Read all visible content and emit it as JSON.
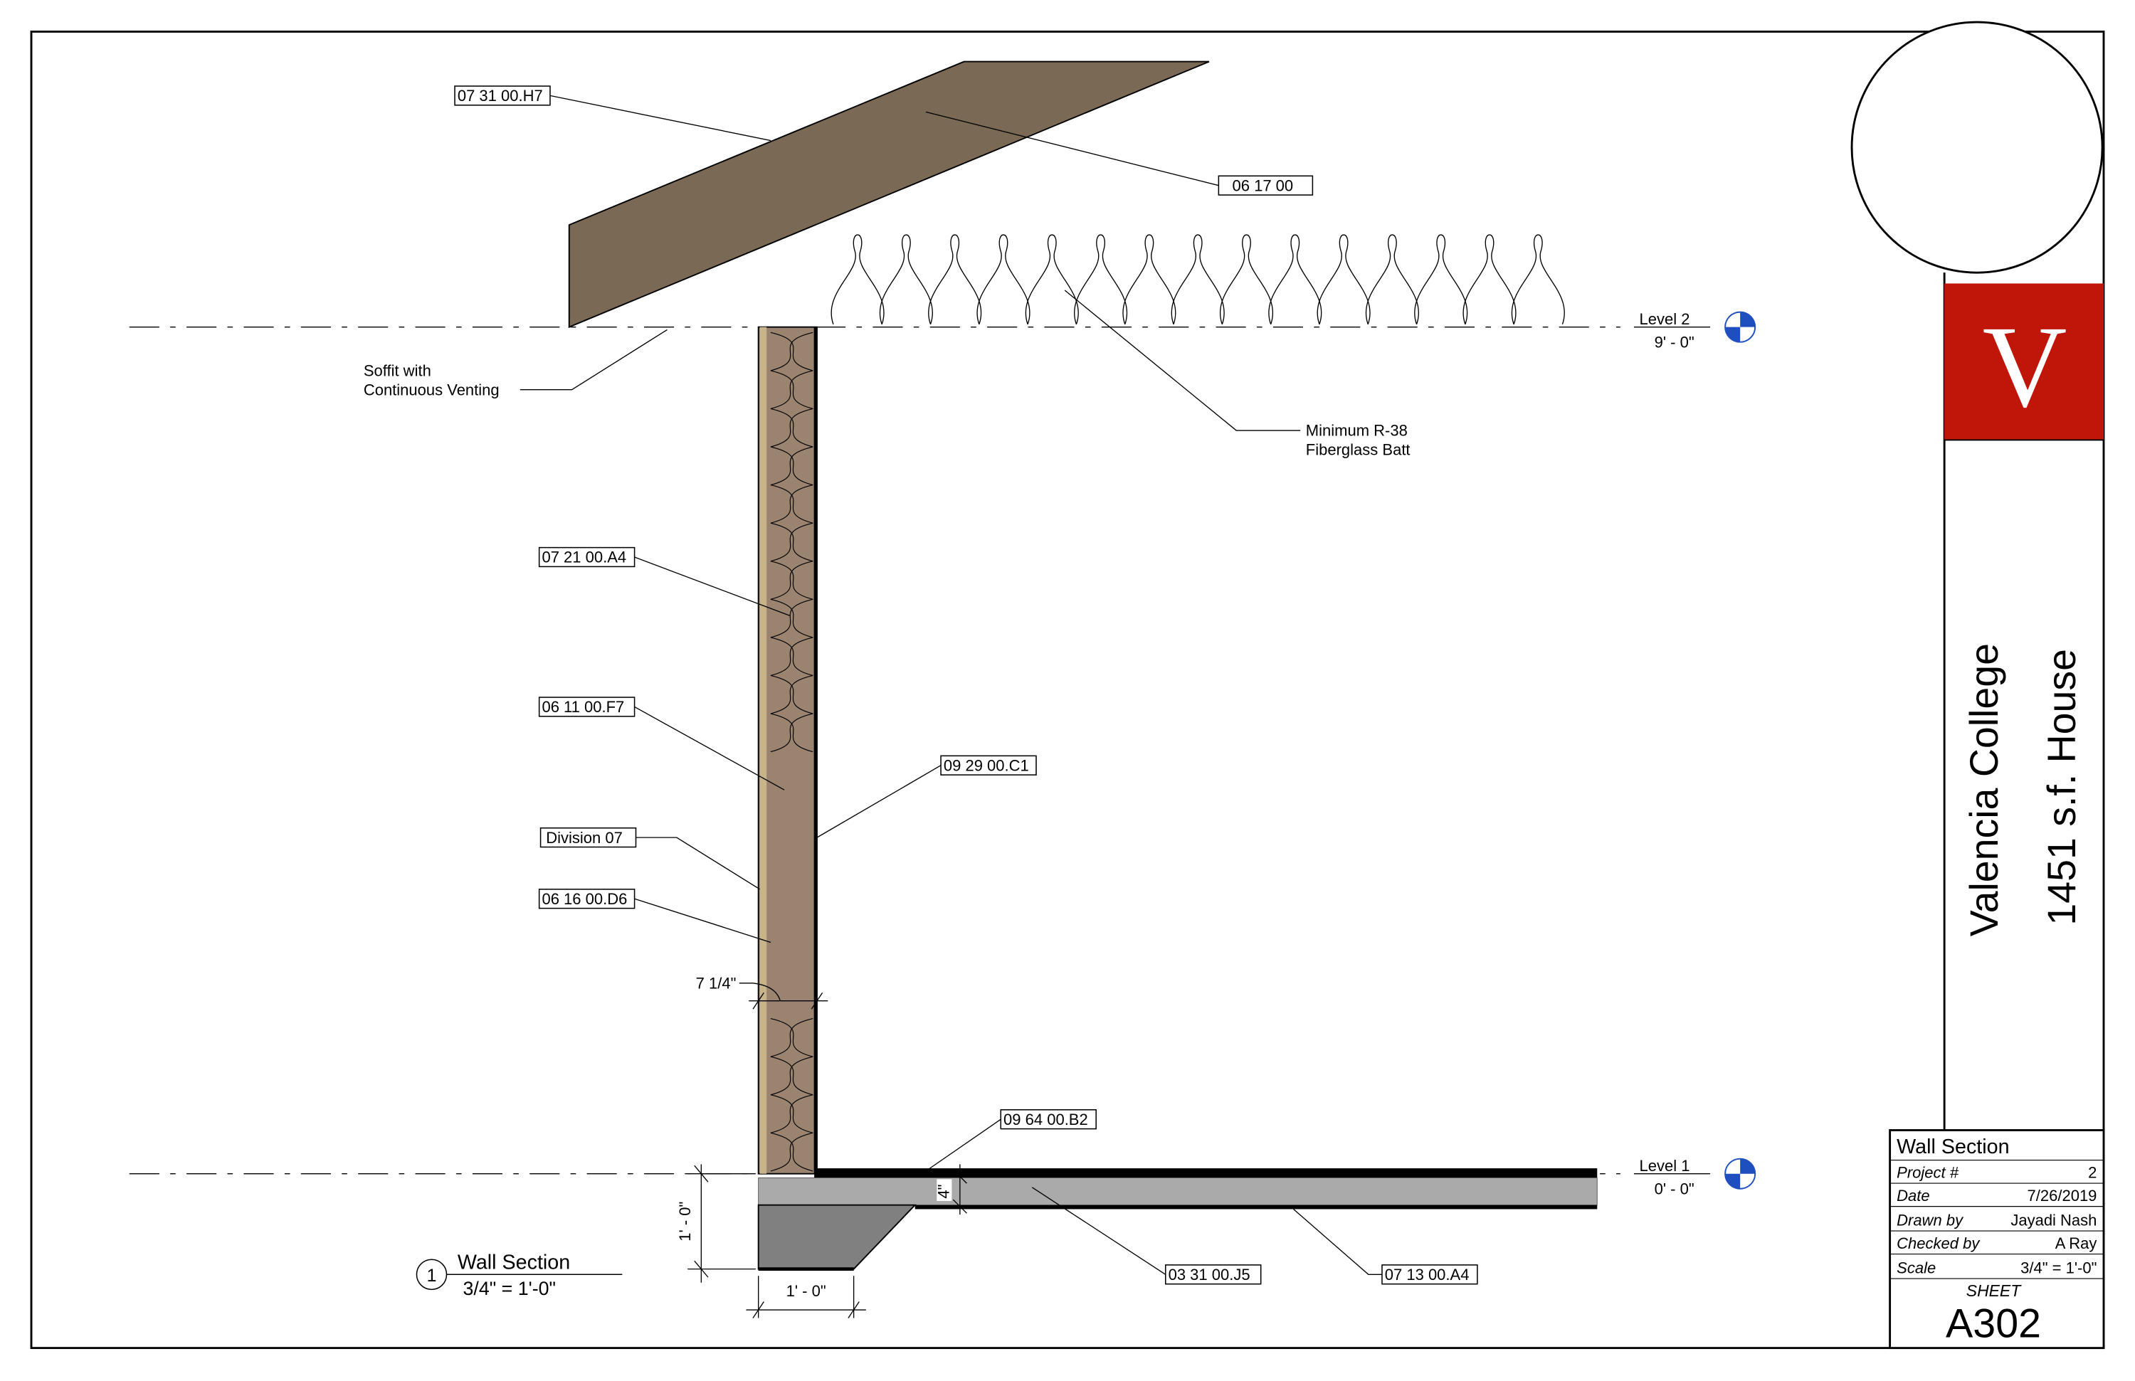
{
  "sheet": {
    "school": "Valencia College",
    "project": "1451 s.f. House",
    "logo_letter": "V",
    "brand_color": "#c0160a"
  },
  "title_block": {
    "view_name": "Wall Section",
    "rows": [
      {
        "label": "Project #",
        "value": "2"
      },
      {
        "label": "Date",
        "value": "7/26/2019"
      },
      {
        "label": "Drawn by",
        "value": "Jayadi Nash"
      },
      {
        "label": "Checked by",
        "value": "A Ray"
      },
      {
        "label": "Scale",
        "value": "3/4\" = 1'-0\""
      }
    ],
    "sheet_label": "SHEET",
    "sheet_number": "A302"
  },
  "levels": [
    {
      "name": "Level 2",
      "elevation": "9' - 0\""
    },
    {
      "name": "Level 1",
      "elevation": "0' - 0\""
    }
  ],
  "keynotes": {
    "roof": "07 31 00.H7",
    "rafter": "06 17 00",
    "wall_insulation": "07 21 00.A4",
    "stud": "06 11 00.F7",
    "division": "Division 07",
    "sheathing": "06 16 00.D6",
    "gypsum": "09 29 00.C1",
    "flooring": "09 64 00.B2",
    "slab": "03 31 00.J5",
    "vapor": "07 13 00.A4"
  },
  "notes": {
    "soffit_1": "Soffit with",
    "soffit_2": "Continuous Venting",
    "batt_1": "Minimum R-38",
    "batt_2": "Fiberglass Batt"
  },
  "dimensions": {
    "wall": "7 1/4\"",
    "footing_depth": "1' - 0\"",
    "footing_width": "1' - 0\"",
    "slab": "4\""
  },
  "view_title": {
    "number": "1",
    "name": "Wall Section",
    "scale": "3/4\" = 1'-0\""
  }
}
